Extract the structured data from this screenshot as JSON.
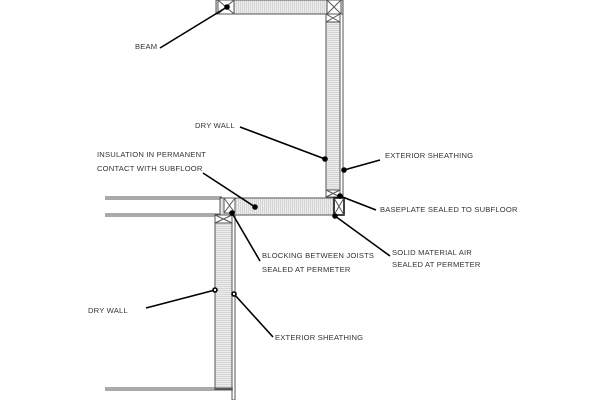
{
  "labels": {
    "beam": "BEAM",
    "dry_wall_upper": "DRY WALL",
    "exterior_sheathing_upper": "EXTERIOR SHEATHING",
    "insulation_line1": "INSULATION IN PERMANENT",
    "insulation_line2": "CONTACT WITH SUBFLOOR",
    "baseplate": "BASEPLATE SEALED TO SUBFLOOR",
    "solid_line1": "SOLID MATERIAL AIR",
    "solid_line2": "SEALED AT PERMETER",
    "blocking_line1": "BLOCKING BETWEEN JOISTS",
    "blocking_line2": "SEALED AT PERMETER",
    "dry_wall_lower": "DRY WALL",
    "exterior_sheathing_lower": "EXTERIOR SHEATHING"
  },
  "colors": {
    "line": "#555555",
    "insulation": "#e2e2e2",
    "leader": "#000000"
  }
}
